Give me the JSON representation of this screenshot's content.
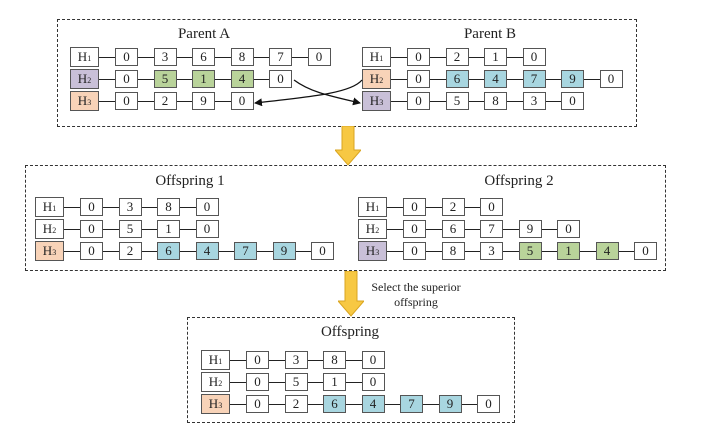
{
  "colors": {
    "purple": "#c9c0d8",
    "orange": "#f8d3b8",
    "green": "#b9d39a",
    "blue": "#a8d6e0",
    "white": "#ffffff",
    "arrow": "#f7c843"
  },
  "panels": [
    {
      "id": "parent-a",
      "title": "Parent A",
      "rows": [
        {
          "label": "H",
          "sub": "1",
          "color": "white",
          "cells": [
            {
              "v": "0"
            },
            {
              "v": "3"
            },
            {
              "v": "6"
            },
            {
              "v": "8"
            },
            {
              "v": "7"
            },
            {
              "v": "0"
            }
          ]
        },
        {
          "label": "H",
          "sub": "2",
          "color": "purple",
          "cells": [
            {
              "v": "0"
            },
            {
              "v": "5",
              "c": "green"
            },
            {
              "v": "1",
              "c": "green"
            },
            {
              "v": "4",
              "c": "green"
            },
            {
              "v": "0"
            }
          ]
        },
        {
          "label": "H",
          "sub": "3",
          "color": "orange",
          "cells": [
            {
              "v": "0"
            },
            {
              "v": "2"
            },
            {
              "v": "9"
            },
            {
              "v": "0"
            }
          ]
        }
      ]
    },
    {
      "id": "parent-b",
      "title": "Parent B",
      "rows": [
        {
          "label": "H",
          "sub": "1",
          "color": "white",
          "cells": [
            {
              "v": "0"
            },
            {
              "v": "2"
            },
            {
              "v": "1"
            },
            {
              "v": "0"
            }
          ]
        },
        {
          "label": "H",
          "sub": "2",
          "color": "orange",
          "cells": [
            {
              "v": "0"
            },
            {
              "v": "6",
              "c": "blue"
            },
            {
              "v": "4",
              "c": "blue"
            },
            {
              "v": "7",
              "c": "blue"
            },
            {
              "v": "9",
              "c": "blue"
            },
            {
              "v": "0"
            }
          ]
        },
        {
          "label": "H",
          "sub": "3",
          "color": "purple",
          "cells": [
            {
              "v": "0"
            },
            {
              "v": "5"
            },
            {
              "v": "8"
            },
            {
              "v": "3"
            },
            {
              "v": "0"
            }
          ]
        }
      ]
    },
    {
      "id": "offspring-1",
      "title": "Offspring 1",
      "rows": [
        {
          "label": "H",
          "sub": "1",
          "color": "white",
          "cells": [
            {
              "v": "0"
            },
            {
              "v": "3"
            },
            {
              "v": "8"
            },
            {
              "v": "0"
            }
          ]
        },
        {
          "label": "H",
          "sub": "2",
          "color": "white",
          "cells": [
            {
              "v": "0"
            },
            {
              "v": "5"
            },
            {
              "v": "1"
            },
            {
              "v": "0"
            }
          ]
        },
        {
          "label": "H",
          "sub": "3",
          "color": "orange",
          "cells": [
            {
              "v": "0"
            },
            {
              "v": "2"
            },
            {
              "v": "6",
              "c": "blue"
            },
            {
              "v": "4",
              "c": "blue"
            },
            {
              "v": "7",
              "c": "blue"
            },
            {
              "v": "9",
              "c": "blue"
            },
            {
              "v": "0"
            }
          ]
        }
      ]
    },
    {
      "id": "offspring-2",
      "title": "Offspring 2",
      "rows": [
        {
          "label": "H",
          "sub": "1",
          "color": "white",
          "cells": [
            {
              "v": "0"
            },
            {
              "v": "2"
            },
            {
              "v": "0"
            }
          ]
        },
        {
          "label": "H",
          "sub": "2",
          "color": "white",
          "cells": [
            {
              "v": "0"
            },
            {
              "v": "6"
            },
            {
              "v": "7"
            },
            {
              "v": "9"
            },
            {
              "v": "0"
            }
          ]
        },
        {
          "label": "H",
          "sub": "3",
          "color": "purple",
          "cells": [
            {
              "v": "0"
            },
            {
              "v": "8"
            },
            {
              "v": "3"
            },
            {
              "v": "5",
              "c": "green"
            },
            {
              "v": "1",
              "c": "green"
            },
            {
              "v": "4",
              "c": "green"
            },
            {
              "v": "0"
            }
          ]
        }
      ]
    },
    {
      "id": "offspring",
      "title": "Offspring",
      "rows": [
        {
          "label": "H",
          "sub": "1",
          "color": "white",
          "cells": [
            {
              "v": "0"
            },
            {
              "v": "3"
            },
            {
              "v": "8"
            },
            {
              "v": "0"
            }
          ]
        },
        {
          "label": "H",
          "sub": "2",
          "color": "white",
          "cells": [
            {
              "v": "0"
            },
            {
              "v": "5"
            },
            {
              "v": "1"
            },
            {
              "v": "0"
            }
          ]
        },
        {
          "label": "H",
          "sub": "3",
          "color": "orange",
          "cells": [
            {
              "v": "0"
            },
            {
              "v": "2"
            },
            {
              "v": "6",
              "c": "blue"
            },
            {
              "v": "4",
              "c": "blue"
            },
            {
              "v": "7",
              "c": "blue"
            },
            {
              "v": "9",
              "c": "blue"
            },
            {
              "v": "0"
            }
          ]
        }
      ]
    }
  ],
  "select_note": "Select the superior offspring"
}
